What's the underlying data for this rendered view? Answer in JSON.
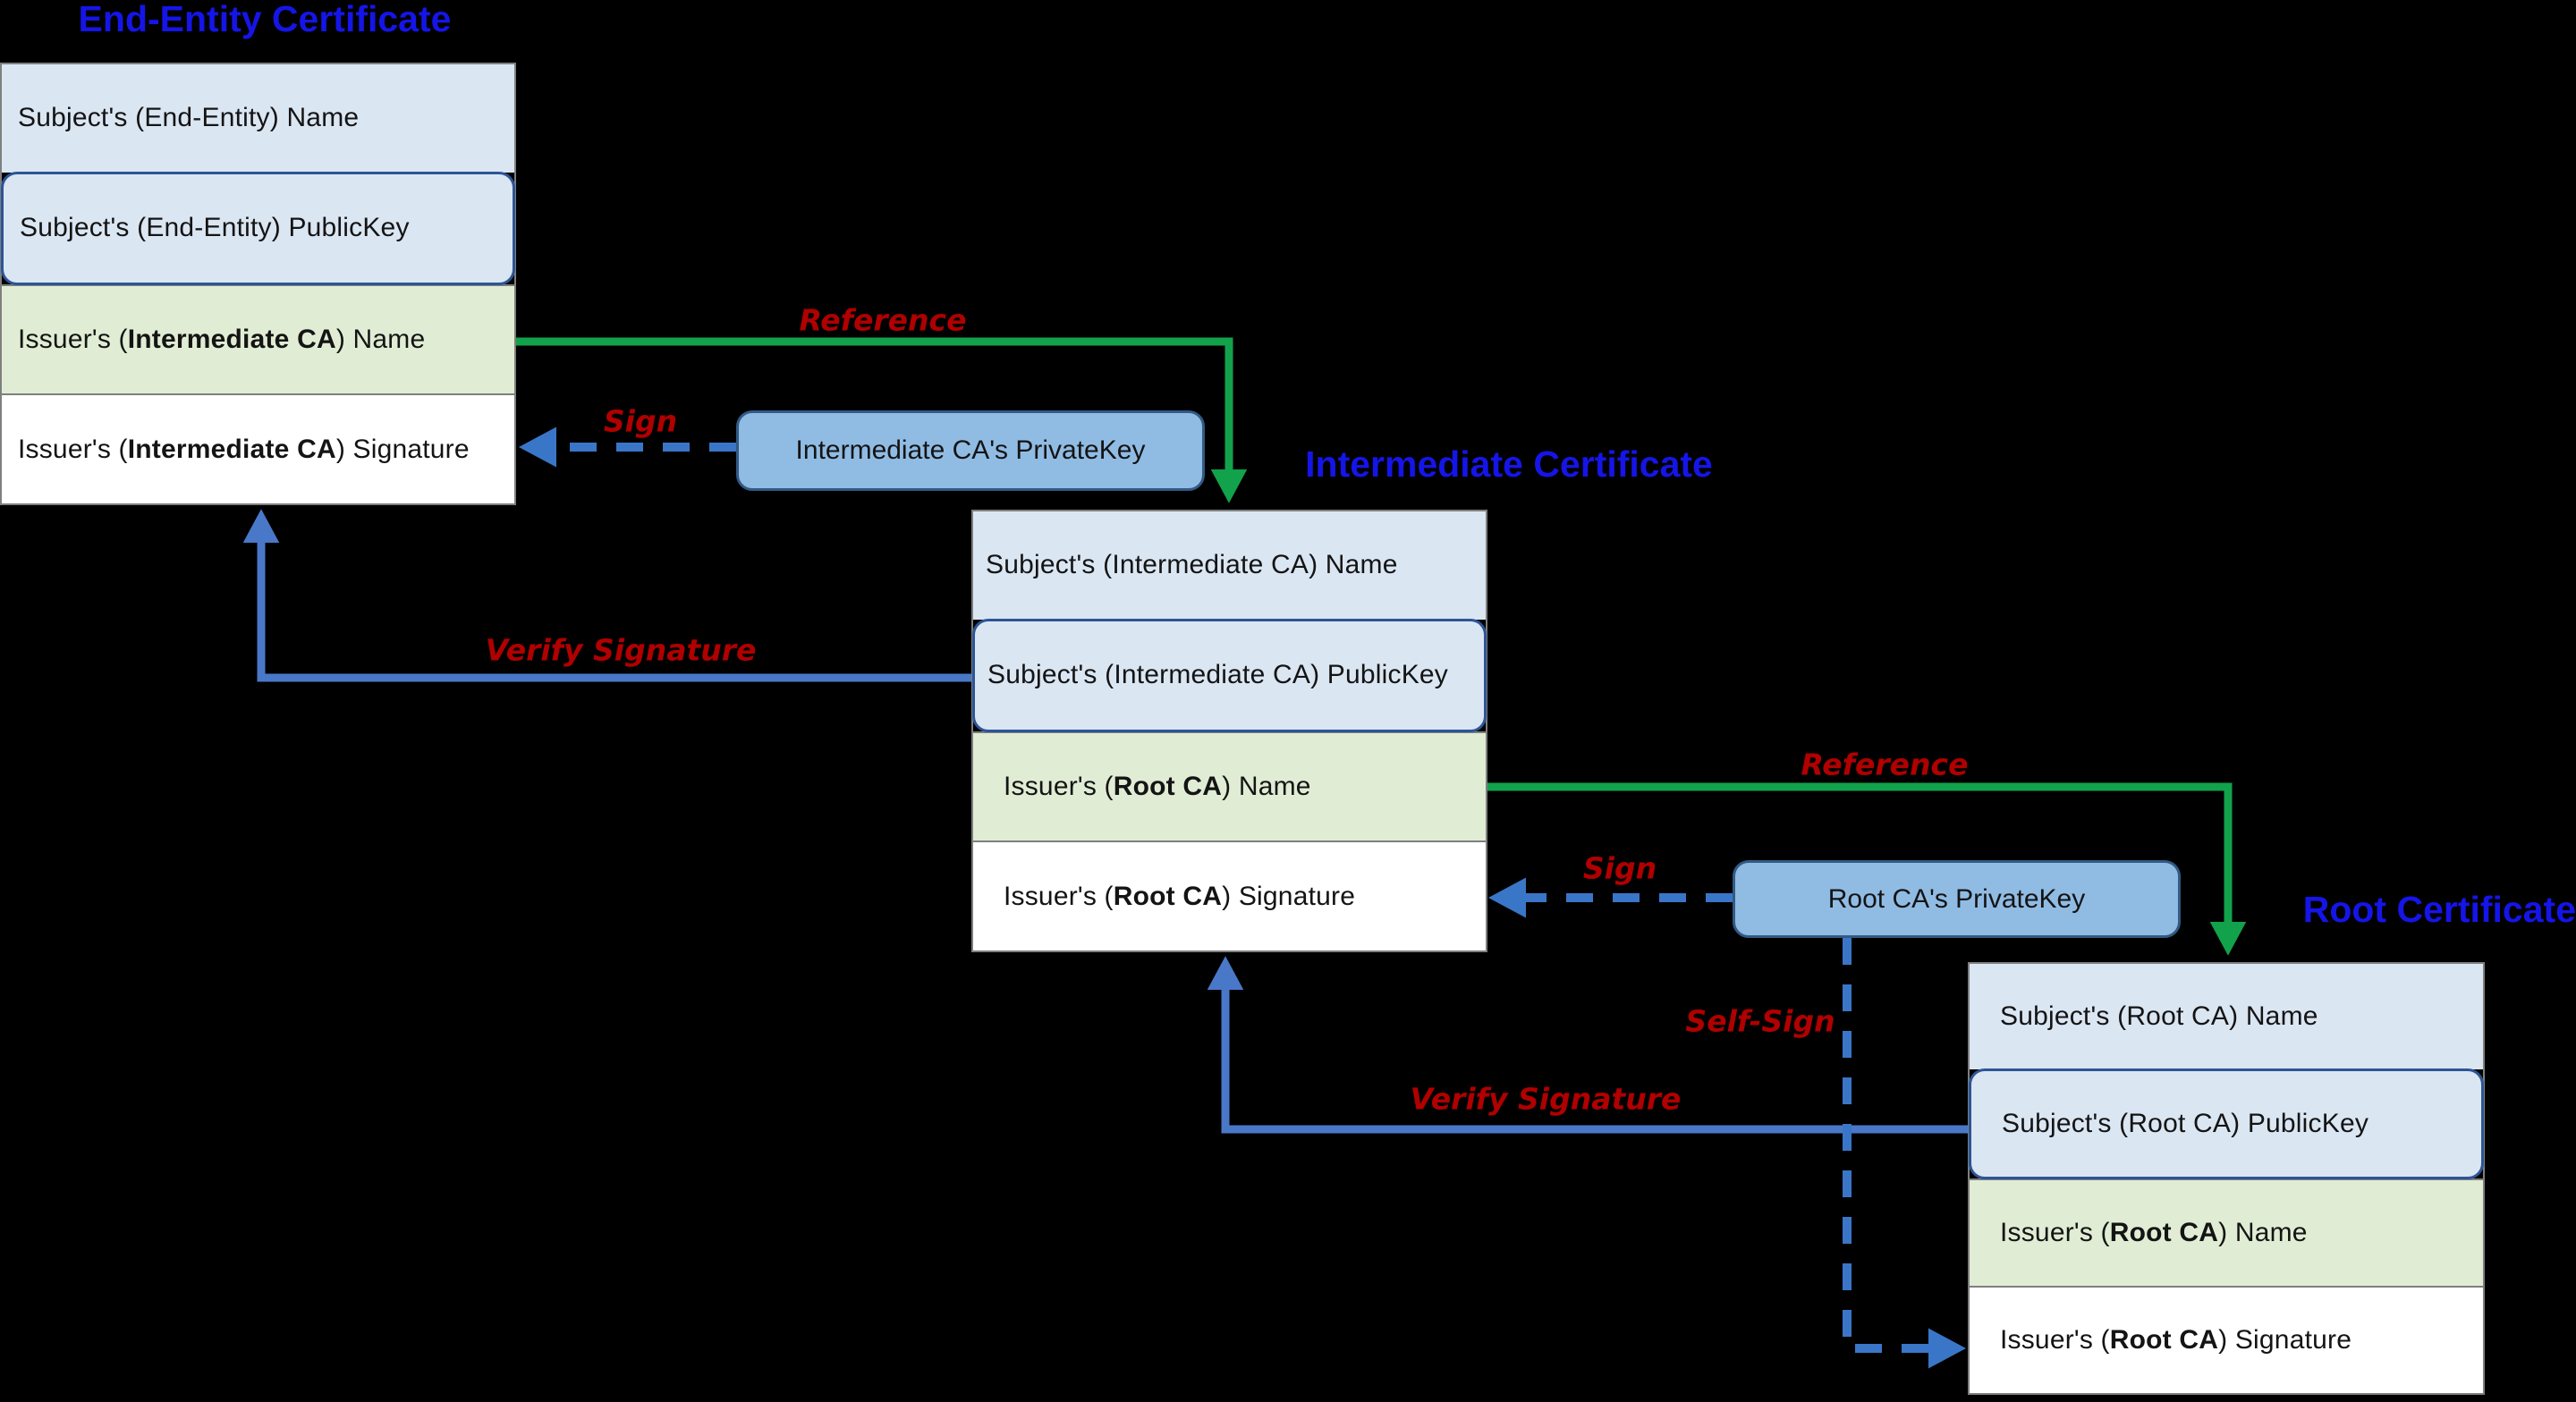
{
  "diagram": {
    "background": "#000000",
    "description_visible_only": true
  },
  "certificates": [
    {
      "id": "end-entity",
      "title": "End-Entity Certificate",
      "rows": [
        {
          "pre": "Subject's (End-Entity) Name",
          "bold": "",
          "post": ""
        },
        {
          "pre": "Subject's (End-Entity) PublicKey",
          "bold": "",
          "post": ""
        },
        {
          "pre": "Issuer's (",
          "bold": "Intermediate CA",
          "post": ") Name"
        },
        {
          "pre": "Issuer's (",
          "bold": "Intermediate CA",
          "post": ") Signature"
        }
      ]
    },
    {
      "id": "intermediate",
      "title": "Intermediate Certificate",
      "rows": [
        {
          "pre": "Subject's (Intermediate CA) Name",
          "bold": "",
          "post": ""
        },
        {
          "pre": "Subject's (Intermediate CA) PublicKey",
          "bold": "",
          "post": ""
        },
        {
          "pre": "Issuer's (",
          "bold": "Root CA",
          "post": ") Name"
        },
        {
          "pre": "Issuer's (",
          "bold": "Root CA",
          "post": ") Signature"
        }
      ]
    },
    {
      "id": "root",
      "title": "Root Certificate",
      "rows": [
        {
          "pre": "Subject's (Root CA) Name",
          "bold": "",
          "post": ""
        },
        {
          "pre": "Subject's (Root CA) PublicKey",
          "bold": "",
          "post": ""
        },
        {
          "pre": "Issuer's (",
          "bold": "Root CA",
          "post": ") Name"
        },
        {
          "pre": "Issuer's (",
          "bold": "Root CA",
          "post": ") Signature"
        }
      ]
    }
  ],
  "private_keys": [
    {
      "id": "intermediate-ca-private-key",
      "label": "Intermediate CA's PrivateKey"
    },
    {
      "id": "root-ca-private-key",
      "label": "Root CA's PrivateKey"
    }
  ],
  "arrows": [
    {
      "label": "Reference",
      "style": "solid",
      "color": "#12a24b"
    },
    {
      "label": "Sign",
      "style": "dashed",
      "color": "#3a76c8"
    },
    {
      "label": "Verify Signature",
      "style": "solid",
      "color": "#4a78c8"
    },
    {
      "label": "Reference",
      "style": "solid",
      "color": "#12a24b"
    },
    {
      "label": "Sign",
      "style": "dashed",
      "color": "#3a76c8"
    },
    {
      "label": "Self-Sign",
      "style": "dashed",
      "color": "#3a76c8"
    },
    {
      "label": "Verify Signature",
      "style": "solid",
      "color": "#4a78c8"
    }
  ],
  "colors": {
    "background": "#000000",
    "row_blue": "#dbe6f3",
    "row_green": "#e0edd4",
    "row_white": "#ffffff",
    "box_border_gray": "#7f7f7f",
    "pubkey_border_blue": "#2d5596",
    "private_key_fill": "#90bce4",
    "private_key_border": "#315a84",
    "title_blue": "#1515e8",
    "label_red": "#b00000",
    "arrow_green": "#12a24b",
    "arrow_blue_solid": "#4a78c8",
    "arrow_blue_dashed": "#3a76c8"
  }
}
